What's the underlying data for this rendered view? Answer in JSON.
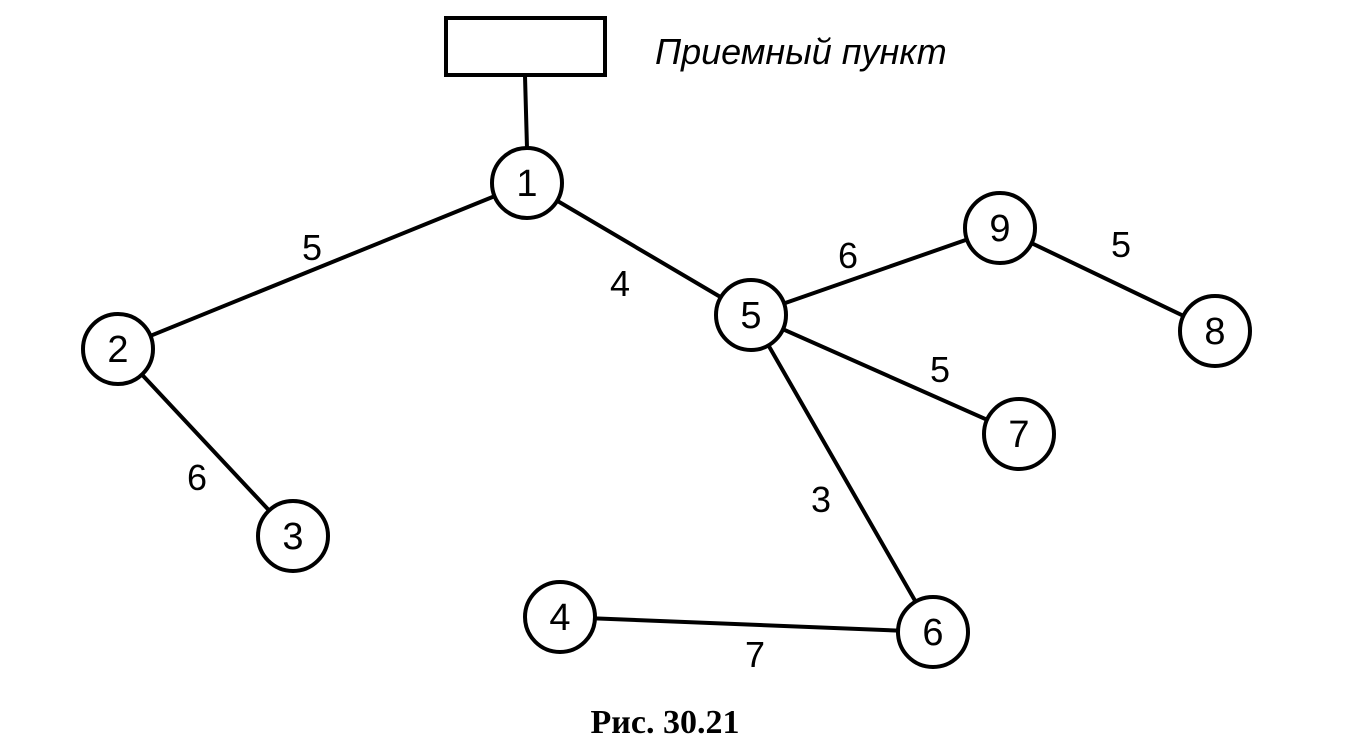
{
  "reception_point": {
    "label": "Приемный пункт"
  },
  "nodes": [
    {
      "id": "1",
      "label": "1"
    },
    {
      "id": "2",
      "label": "2"
    },
    {
      "id": "3",
      "label": "3"
    },
    {
      "id": "4",
      "label": "4"
    },
    {
      "id": "5",
      "label": "5"
    },
    {
      "id": "6",
      "label": "6"
    },
    {
      "id": "7",
      "label": "7"
    },
    {
      "id": "8",
      "label": "8"
    },
    {
      "id": "9",
      "label": "9"
    }
  ],
  "edges": [
    {
      "from": "1",
      "to": "2",
      "weight": "5"
    },
    {
      "from": "2",
      "to": "3",
      "weight": "6"
    },
    {
      "from": "1",
      "to": "5",
      "weight": "4"
    },
    {
      "from": "5",
      "to": "9",
      "weight": "6"
    },
    {
      "from": "9",
      "to": "8",
      "weight": "5"
    },
    {
      "from": "5",
      "to": "7",
      "weight": "5"
    },
    {
      "from": "5",
      "to": "6",
      "weight": "3"
    },
    {
      "from": "4",
      "to": "6",
      "weight": "7"
    }
  ],
  "caption": "Рис. 30.21"
}
